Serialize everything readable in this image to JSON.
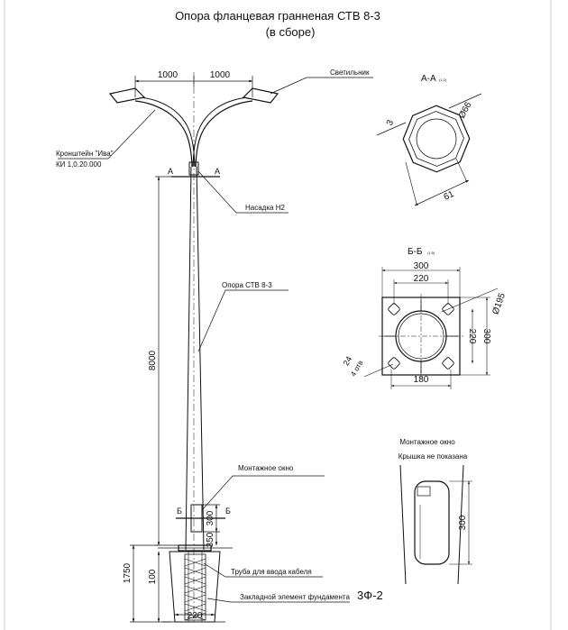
{
  "title": {
    "line1": "Опора  фланцевая гранненая  СТВ 8-3",
    "line2": "(в сборе)"
  },
  "callouts": {
    "luminaire": "Светильник",
    "bracket_l1": "Кронштейн \"Ива\"",
    "bracket_l2": "КИ 1,0.20.000",
    "nozzle": "Насадка Н2",
    "pole": "Опора СТВ 8-3",
    "window": "Монтажное окно",
    "cable_pipe": "Труба для ввода кабеля",
    "embedded": "Закладной элемент фундамента",
    "drawing_code": "3Ф-2"
  },
  "dimensions": {
    "arm_left": "1000",
    "arm_right": "1000",
    "height": "8000",
    "foundation": "1750",
    "flange_gap": "100",
    "window_height": "300",
    "window_offset": "350",
    "base_width": "220"
  },
  "section_aa": {
    "title": "А-А",
    "scale": "(1:2)",
    "dim_thick": "3",
    "dim_dia": "Ø66",
    "dim_flat": "61",
    "cut_left": "А",
    "cut_right": "А"
  },
  "section_bb": {
    "title": "Б-Б",
    "scale": "(1:5)",
    "dim_outer": "300",
    "dim_inner": "220",
    "dim_bottom": "180",
    "dim_right_inner": "220",
    "dim_right_outer": "300",
    "dim_dia": "Ø195",
    "dim_hole": "24",
    "dim_holes": "4 отв",
    "cut_left": "Б",
    "cut_right": "Б"
  },
  "window_detail": {
    "title": "Монтажное окно",
    "note": "Крышка не показана",
    "dim": "300"
  }
}
